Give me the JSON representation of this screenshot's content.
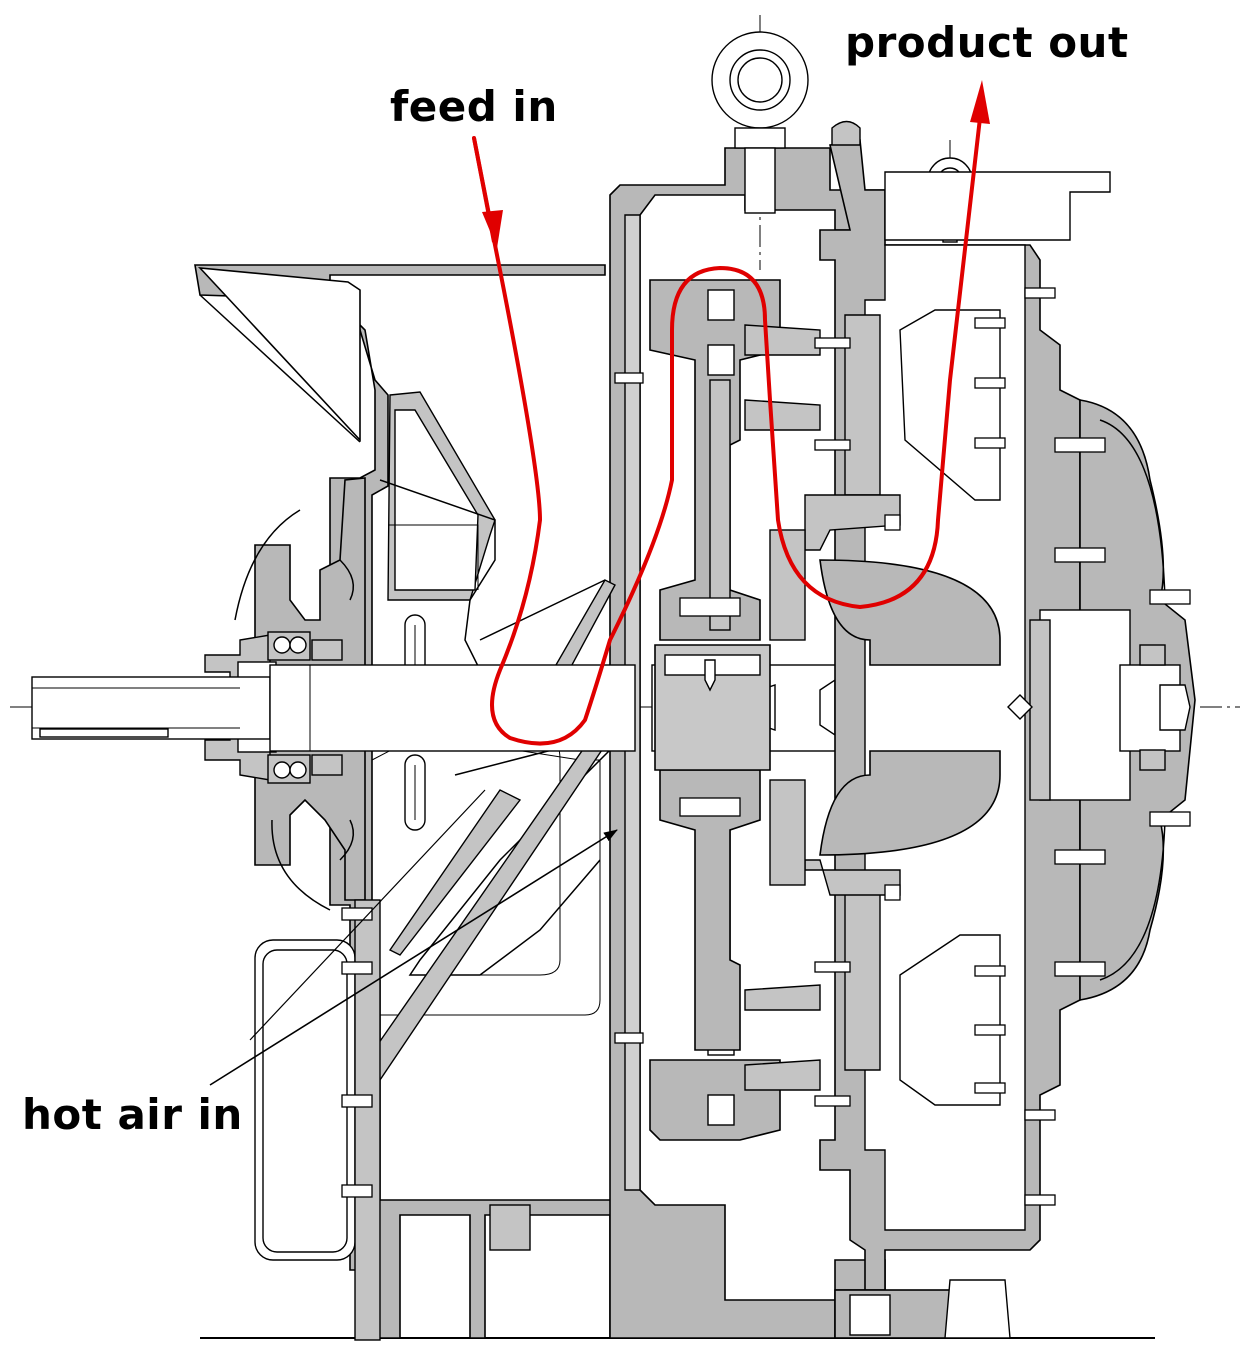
{
  "labels": {
    "feed_in": "feed in",
    "product_out": "product out",
    "hot_air_in": "hot air in"
  },
  "colors": {
    "flow_path": "#e00000",
    "metal_section": "#b8b8b8",
    "outline": "#000000",
    "background": "#ffffff"
  }
}
